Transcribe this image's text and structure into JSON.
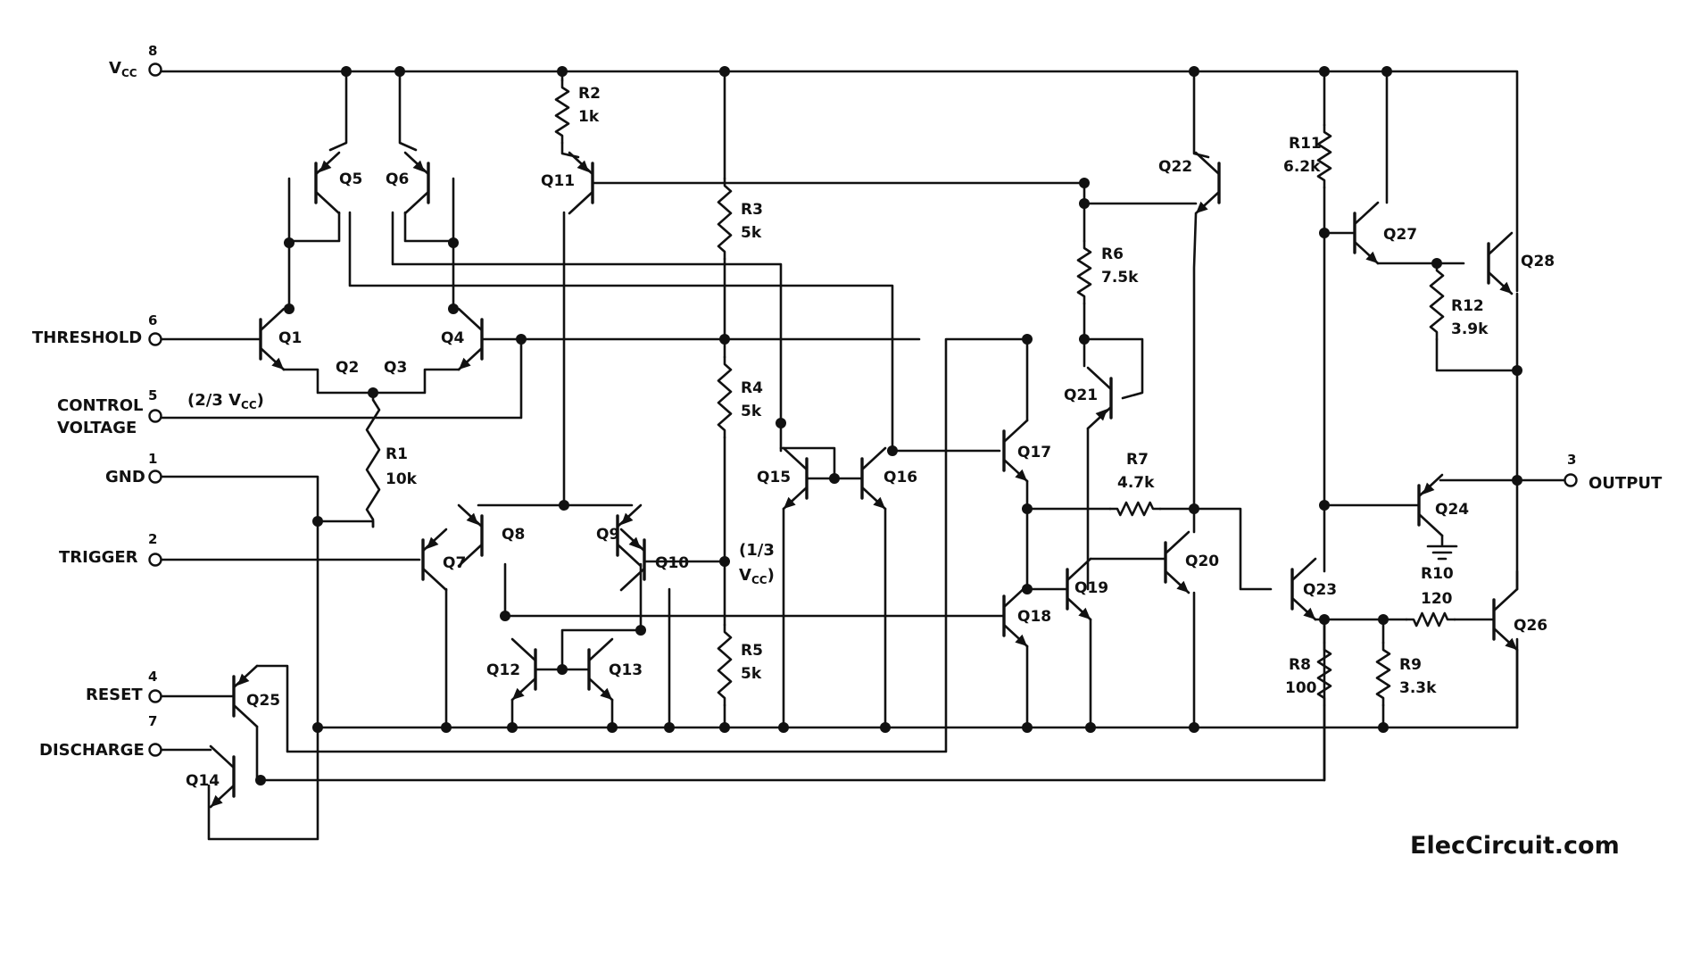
{
  "pins": [
    {
      "id": "vcc",
      "number": "8",
      "label": "V",
      "sub": "CC"
    },
    {
      "id": "threshold",
      "number": "6",
      "label": "THRESHOLD"
    },
    {
      "id": "control",
      "number": "5",
      "label": "CONTROL",
      "label2": "VOLTAGE",
      "note": "(2/3 V",
      "note_sub": "CC",
      "note_end": ")"
    },
    {
      "id": "gnd",
      "number": "1",
      "label": "GND"
    },
    {
      "id": "trigger",
      "number": "2",
      "label": "TRIGGER"
    },
    {
      "id": "reset",
      "number": "4",
      "label": "RESET"
    },
    {
      "id": "discharge",
      "number": "7",
      "label": "DISCHARGE"
    },
    {
      "id": "output",
      "number": "3",
      "label": "OUTPUT"
    }
  ],
  "transistors": [
    "Q1",
    "Q2",
    "Q3",
    "Q4",
    "Q5",
    "Q6",
    "Q7",
    "Q8",
    "Q9",
    "Q10",
    "Q11",
    "Q12",
    "Q13",
    "Q14",
    "Q15",
    "Q16",
    "Q17",
    "Q18",
    "Q19",
    "Q20",
    "Q21",
    "Q22",
    "Q23",
    "Q24",
    "Q25",
    "Q26",
    "Q27",
    "Q28"
  ],
  "resistors": [
    {
      "name": "R1",
      "value": "10k"
    },
    {
      "name": "R2",
      "value": "1k"
    },
    {
      "name": "R3",
      "value": "5k"
    },
    {
      "name": "R4",
      "value": "5k"
    },
    {
      "name": "R5",
      "value": "5k"
    },
    {
      "name": "R6",
      "value": "7.5k"
    },
    {
      "name": "R7",
      "value": "4.7k"
    },
    {
      "name": "R8",
      "value": "100"
    },
    {
      "name": "R9",
      "value": "3.3k"
    },
    {
      "name": "R10",
      "value": "120"
    },
    {
      "name": "R11",
      "value": "6.2k"
    },
    {
      "name": "R12",
      "value": "3.9k"
    }
  ],
  "annotations": {
    "third_vcc_line1": "(1/3",
    "third_vcc_line2": "V",
    "third_vcc_sub": "CC",
    "third_vcc_end": ")"
  },
  "watermark": "ElecCircuit.com",
  "colors": {
    "ink": "#111111",
    "background": "#ffffff"
  }
}
